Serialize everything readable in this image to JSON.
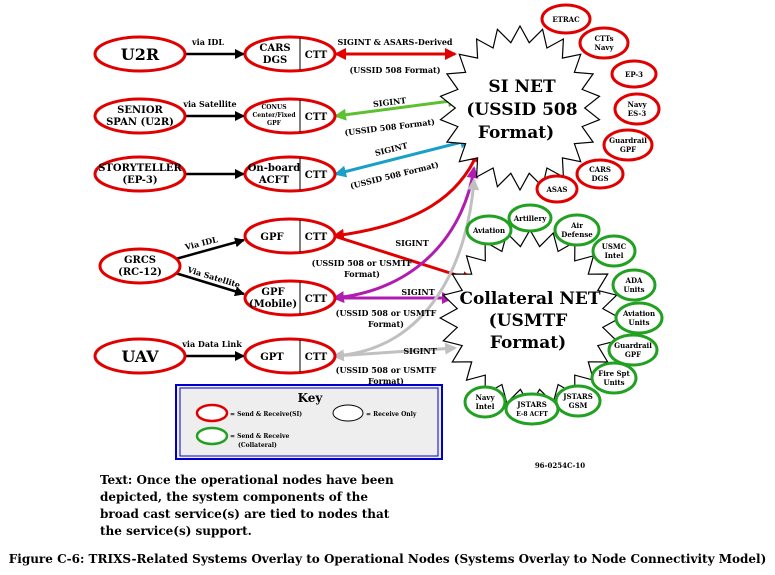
{
  "left_nodes": [
    {
      "id": "u2r",
      "lines": [
        "U2R"
      ],
      "size": 16
    },
    {
      "id": "senior",
      "lines": [
        "SENIOR",
        "SPAN (U2R)"
      ],
      "size": 10
    },
    {
      "id": "story",
      "lines": [
        "STORYTELLER",
        "(EP-3)"
      ],
      "size": 10
    },
    {
      "id": "grcs",
      "lines": [
        "GRCS",
        "(RC-12)"
      ],
      "size": 10
    },
    {
      "id": "uav",
      "lines": [
        "UAV"
      ],
      "size": 16
    }
  ],
  "links": [
    "via IDL",
    "via Satellite",
    "Via IDL",
    "Via Satellite",
    "via Data Link"
  ],
  "systems": [
    {
      "id": "cars",
      "lines": [
        "CARS",
        "DGS"
      ],
      "ctt": "CTT",
      "size": 10
    },
    {
      "id": "conus",
      "lines": [
        "CONUS",
        "Center/Fixed",
        "GPF"
      ],
      "ctt": "CTT",
      "size": 6
    },
    {
      "id": "onboard",
      "lines": [
        "On-board",
        "ACFT"
      ],
      "ctt": "CTT",
      "size": 10
    },
    {
      "id": "gpf1",
      "lines": [
        "GPF"
      ],
      "ctt": "CTT",
      "size": 10
    },
    {
      "id": "gpf2",
      "lines": [
        "GPF",
        "(Mobile)"
      ],
      "ctt": "CTT",
      "size": 10
    },
    {
      "id": "gpt",
      "lines": [
        "GPT"
      ],
      "ctt": "CTT",
      "size": 10
    }
  ],
  "flow_labels": [
    {
      "lines": [
        "SIGINT & ASARS-Derived"
      ]
    },
    {
      "lines": [
        "(USSID 508 Format)"
      ]
    },
    {
      "lines": [
        "SIGINT"
      ]
    },
    {
      "lines": [
        "(USSID 508 Format)"
      ]
    },
    {
      "lines": [
        "SIGINT"
      ]
    },
    {
      "lines": [
        "(USSID 508 Format)"
      ]
    },
    {
      "lines": [
        "SIGINT"
      ]
    },
    {
      "lines": [
        "(USSID 508 or USMTF",
        "Format)"
      ]
    },
    {
      "lines": [
        "SIGINT"
      ]
    },
    {
      "lines": [
        "(USSID 508 or USMTF",
        "Format)"
      ]
    },
    {
      "lines": [
        "SIGINT"
      ]
    },
    {
      "lines": [
        "(USSID 508 or USMTF",
        "Format)"
      ]
    }
  ],
  "si_net": {
    "lines": [
      "SI NET",
      "(USSID 508",
      "Format)"
    ]
  },
  "si_satellites": [
    {
      "lines": [
        "ETRAC"
      ]
    },
    {
      "lines": [
        "CTTs",
        "Navy"
      ]
    },
    {
      "lines": [
        "EP-3"
      ]
    },
    {
      "lines": [
        "Navy",
        "ES-3"
      ]
    },
    {
      "lines": [
        "Guardrail",
        "GPF"
      ]
    },
    {
      "lines": [
        "CARS",
        "DGS"
      ]
    },
    {
      "lines": [
        "ASAS"
      ]
    }
  ],
  "collateral_net": {
    "lines": [
      "Collateral NET",
      "(USMTF",
      "Format)"
    ]
  },
  "col_satellites": [
    {
      "lines": [
        "Aviation"
      ]
    },
    {
      "lines": [
        "Artillery"
      ]
    },
    {
      "lines": [
        "Air",
        "Defense"
      ]
    },
    {
      "lines": [
        "USMC",
        "Intel"
      ]
    },
    {
      "lines": [
        "ADA",
        "Units"
      ]
    },
    {
      "lines": [
        "Aviation",
        "Units"
      ]
    },
    {
      "lines": [
        "Guardrail",
        "GPF"
      ]
    },
    {
      "lines": [
        "Fire Spt",
        "Units"
      ]
    },
    {
      "lines": [
        "JSTARS",
        "GSM"
      ]
    },
    {
      "lines": [
        "JSTARS",
        "E-8 ACFT"
      ]
    },
    {
      "lines": [
        "Navy",
        "Intel"
      ]
    }
  ],
  "key": {
    "title": "Key",
    "sr_si": "= Send & Receive(SI)",
    "ro": "= Receive Only",
    "sr_col_lines": [
      "= Send & Receive",
      "(Collateral)"
    ]
  },
  "doc_id": "96-0254C-10",
  "note": "Text:  Once the operational nodes have been depicted, the system components of the broad cast service(s) are tied to nodes that the service(s) support.",
  "caption": "Figure C-6:  TRIXS-Related Systems Overlay to Operational Nodes (Systems Overlay to Node Connectivity Model)",
  "colors": {
    "si": "#e00000",
    "collateral": "#22a022",
    "green_arrow": "#5cc030",
    "blue_arrow": "#1aa0c8",
    "magenta": "#b01cb0",
    "gray": "#c0c0c0",
    "key_bg": "#eeeeee",
    "key_border": "#0000cc"
  }
}
